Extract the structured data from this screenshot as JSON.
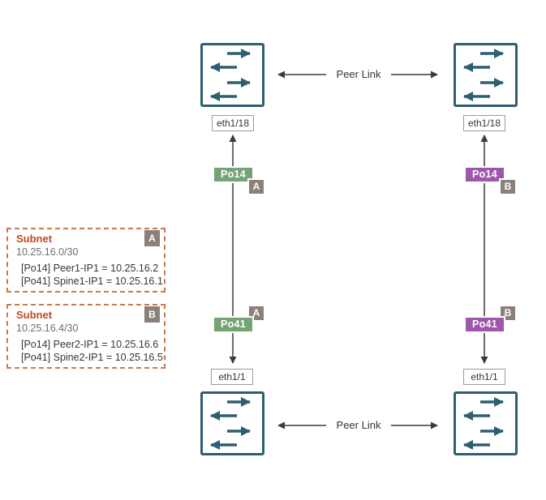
{
  "colors": {
    "switch_teal": "#2e5f70",
    "green": "#74a376",
    "purple": "#9d58ac",
    "badge_gray": "#8a817b",
    "line_gray": "#3b3b3b",
    "subnet_orange": "#c1491f",
    "subnet_border": "#c87a4e"
  },
  "links": {
    "peer_link_top": "Peer Link",
    "peer_link_bottom": "Peer Link"
  },
  "interfaces": {
    "top_left": "eth1/18",
    "top_right": "eth1/18",
    "bottom_left": "eth1/1",
    "bottom_right": "eth1/1"
  },
  "port_channels": {
    "left_po14": {
      "label": "Po14",
      "zone": "A"
    },
    "left_po41": {
      "label": "Po41",
      "zone": "A"
    },
    "right_po14": {
      "label": "Po14",
      "zone": "B"
    },
    "right_po41": {
      "label": "Po41",
      "zone": "B"
    }
  },
  "subnets": [
    {
      "title": "Subnet",
      "cidr": "10.25.16.0/30",
      "zone": "A",
      "entries": [
        "[Po14] Peer1-IP1 = 10.25.16.2",
        "[Po41] Spine1-IP1 = 10.25.16.1"
      ]
    },
    {
      "title": "Subnet",
      "cidr": "10.25.16.4/30",
      "zone": "B",
      "entries": [
        "[Po14] Peer2-IP1 = 10.25.16.6",
        "[Po41] Spine2-IP1 = 10.25.16.5"
      ]
    }
  ]
}
